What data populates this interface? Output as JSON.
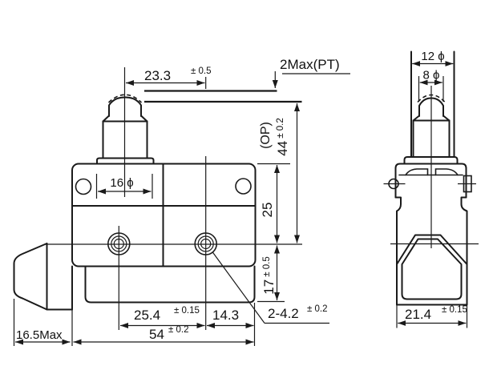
{
  "colors": {
    "ink": "#1a1a1a",
    "background": "#ffffff"
  },
  "front_view": {
    "dim_23_3": {
      "value": "23.3",
      "tol": "± 0.5"
    },
    "pretravel_label": "2Max(PT)",
    "op_label": "(OP)",
    "dim_44": {
      "value": "44",
      "tol": "± 0.2"
    },
    "dim_25": "25",
    "dim_17": {
      "value": "17",
      "tol": "± 0.5"
    },
    "dim_16_dia": "16 ϕ",
    "dim_25_4": {
      "value": "25.4",
      "tol": "± 0.15"
    },
    "dim_14_3": "14.3",
    "holes_note": {
      "value": "2-4.2",
      "tol": "± 0.2"
    },
    "dim_16_5_max": "16.5Max",
    "dim_54": {
      "value": "54",
      "tol": "± 0.2"
    }
  },
  "side_view": {
    "dim_12_dia": "12 ϕ",
    "dim_8_dia": "8 ϕ",
    "dim_21_4": {
      "value": "21.4",
      "tol": "± 0.15"
    }
  }
}
